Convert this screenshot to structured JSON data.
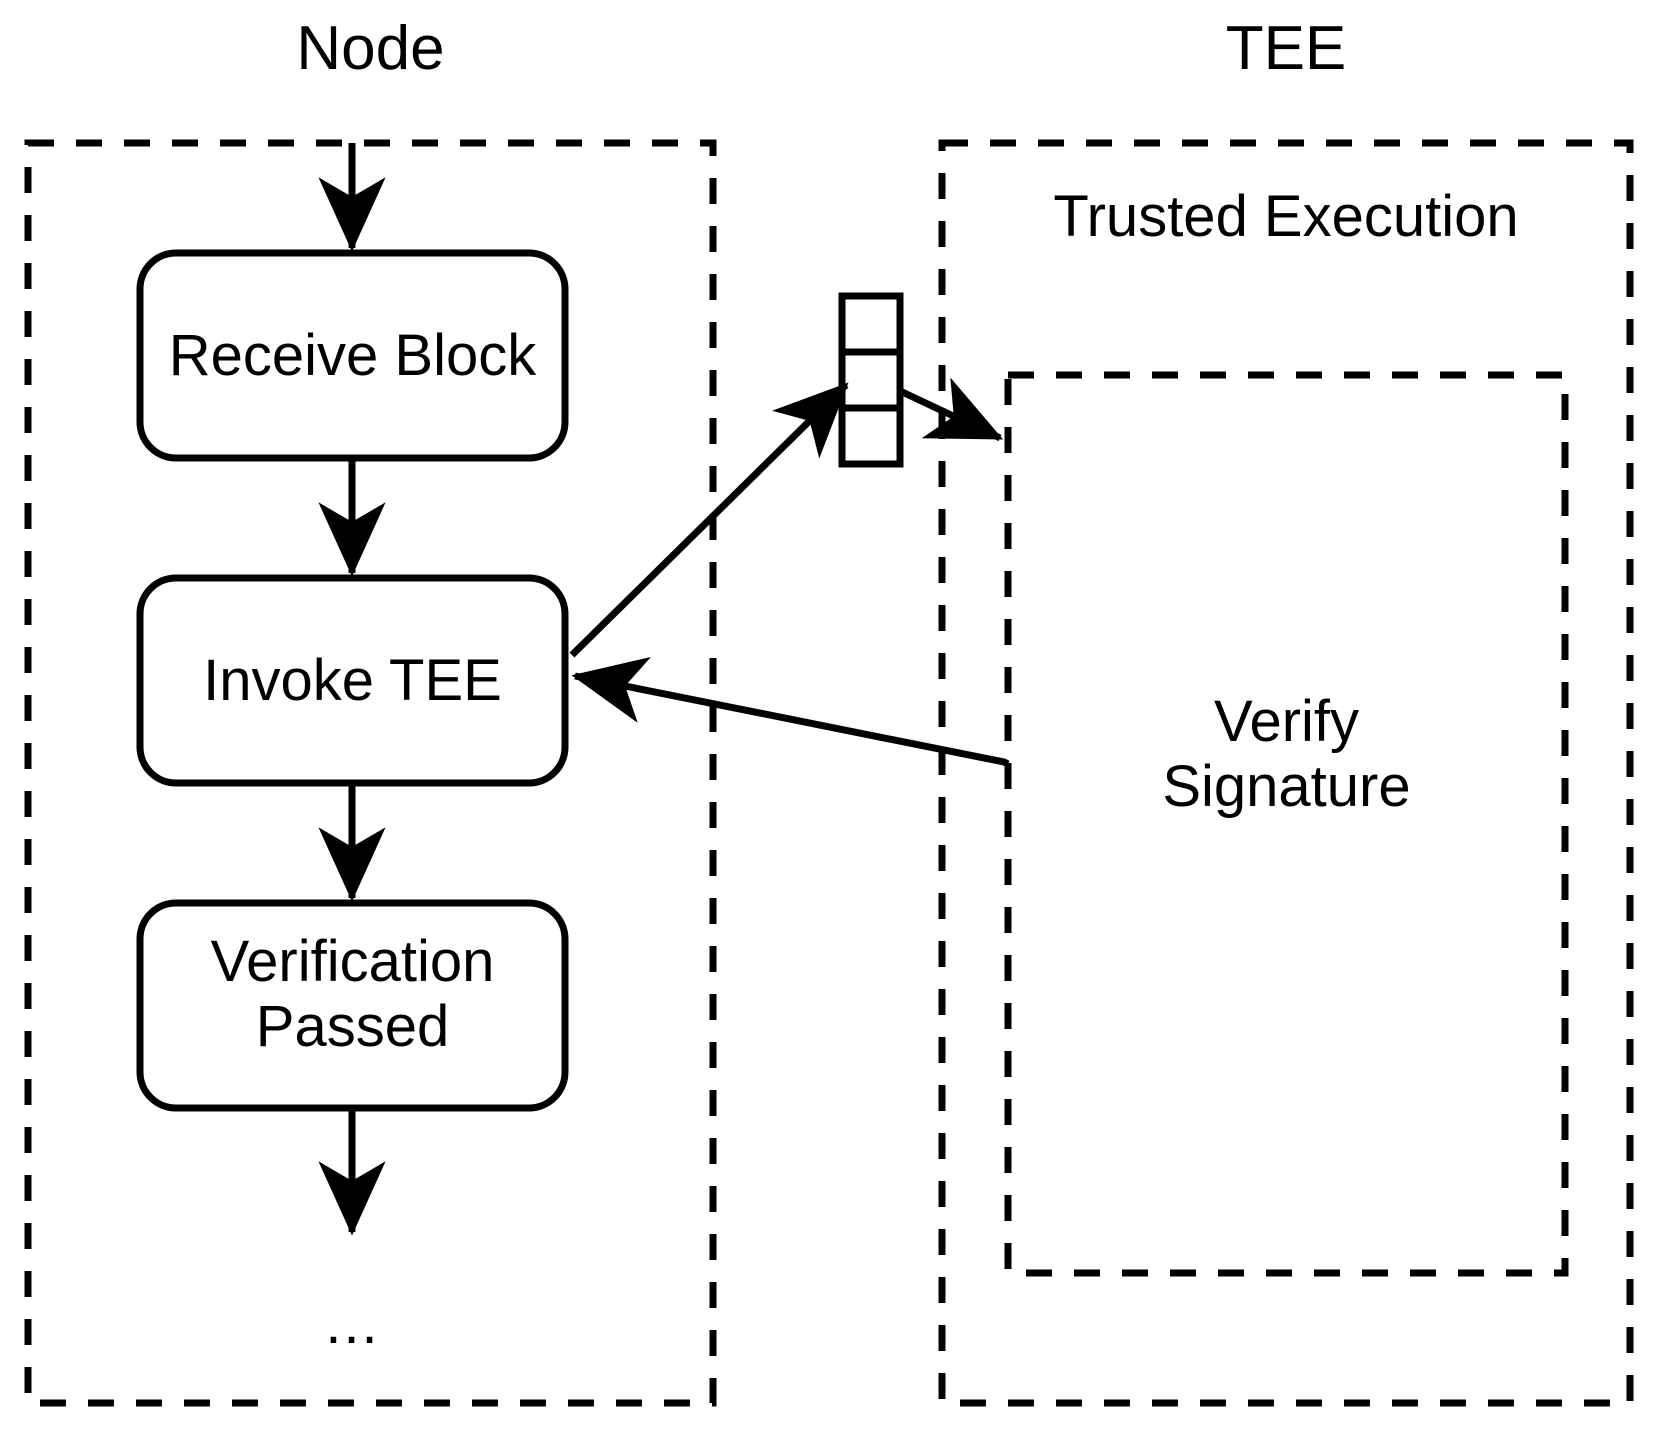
{
  "diagram": {
    "title_node": "Node",
    "title_tee": "TEE",
    "colors": {
      "stroke": "#000000",
      "background": "#ffffff"
    }
  },
  "node_zone": {
    "label": "Node",
    "steps": [
      {
        "id": "receive-block",
        "label": "Receive Block"
      },
      {
        "id": "invoke-tee",
        "label": "Invoke TEE"
      },
      {
        "id": "verification-passed",
        "label_line1": "Verification",
        "label_line2": "Passed"
      }
    ],
    "continuation": "..."
  },
  "tee_zone": {
    "label": "TEE",
    "enclave_label": "Trusted Execution",
    "operation": {
      "id": "verify-signature",
      "label_line1": "Verify",
      "label_line2": "Signature"
    }
  },
  "channel": {
    "name": "message-buffer",
    "cells": 3
  },
  "arrows": [
    {
      "name": "inbound-block-arrow",
      "from": "top-boundary",
      "to": "receive-block"
    },
    {
      "name": "receive-to-invoke-arrow",
      "from": "receive-block",
      "to": "invoke-tee"
    },
    {
      "name": "invoke-to-buffer-arrow",
      "from": "invoke-tee",
      "to": "message-buffer"
    },
    {
      "name": "buffer-to-enclave-arrow",
      "from": "message-buffer",
      "to": "trusted-execution"
    },
    {
      "name": "enclave-return-arrow",
      "from": "verify-signature",
      "to": "invoke-tee"
    },
    {
      "name": "invoke-to-verification-arrow",
      "from": "invoke-tee",
      "to": "verification-passed"
    },
    {
      "name": "verification-to-continuation-arrow",
      "from": "verification-passed",
      "to": "continuation"
    }
  ]
}
